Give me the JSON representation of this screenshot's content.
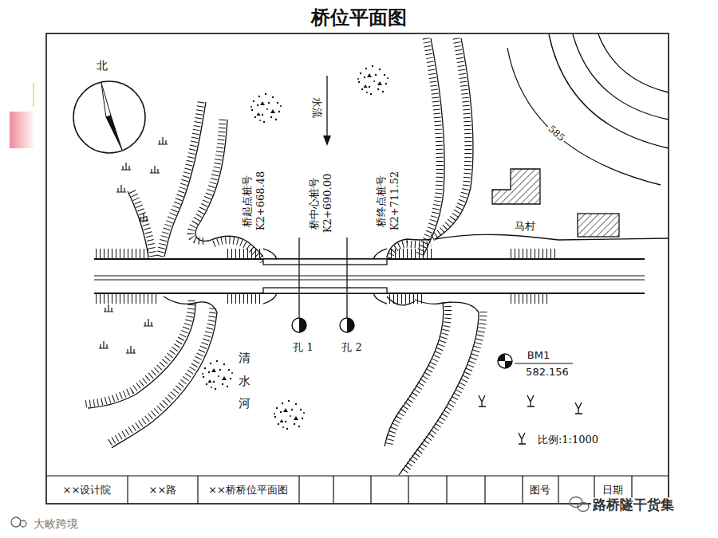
{
  "diagram": {
    "title": "桥位平面图",
    "labels": [
      "北",
      "水流",
      "桥起点桩号",
      "K2+668.48",
      "桥中心桩号",
      "K2+690.00",
      "桥终点桩号",
      "K2+711.52",
      "585",
      "马村",
      "孔 1",
      "孔 2",
      "BM1",
      "582.156",
      "清水河",
      "比例:1:1000",
      "××设计院",
      "××路",
      "××桥桥位平面图",
      "图号",
      "日期",
      "路桥隧干货集",
      "大畋跨境"
    ]
  }
}
